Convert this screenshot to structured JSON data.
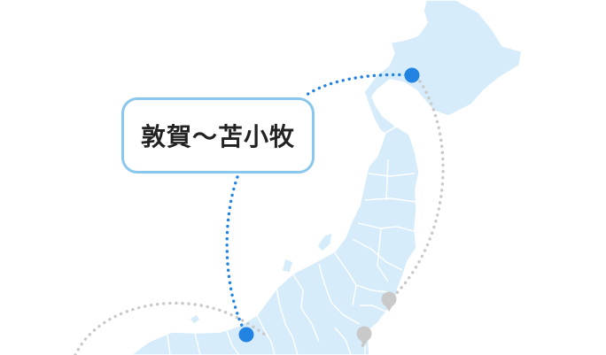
{
  "route": {
    "label": "敦賀～苫小牧"
  },
  "colors": {
    "land": "#d6ecfb",
    "land_border": "#ffffff",
    "active_route": "#2283e2",
    "inactive_route": "#c9c9c9",
    "label_border": "#89c7ee",
    "label_text": "#222222"
  },
  "icons": {
    "active_port": "blue-dot",
    "inactive_port": "gray-pin"
  }
}
